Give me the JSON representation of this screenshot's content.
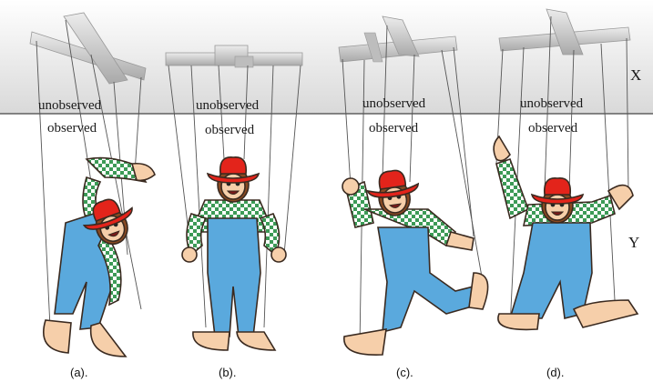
{
  "top_label": "unobserved",
  "bottom_label": "observed",
  "axis_x": "X",
  "axis_y": "Y",
  "panels": [
    {
      "caption": "(a)."
    },
    {
      "caption": "(b)."
    },
    {
      "caption": "(c)."
    },
    {
      "caption": "(d)."
    }
  ],
  "colors": {
    "sky_top": "#f4f4f4",
    "sky_bottom": "#dcdcdc",
    "bar": "#cfcfcf",
    "hat": "#e3241b",
    "overalls": "#5aa9dd",
    "checker_green": "#3c9a56",
    "skin": "#f6cfaa",
    "hair": "#8a4a22"
  }
}
